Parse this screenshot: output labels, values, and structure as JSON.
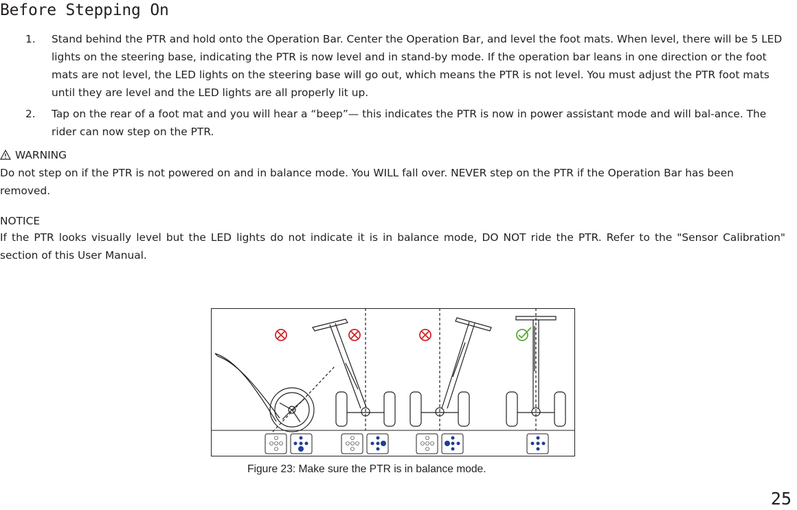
{
  "section_title": "Before Stepping On",
  "steps": [
    {
      "number": "1.",
      "text": "Stand behind the PTR and hold onto the Operation Bar. Center the Operation Bar, and level the foot mats. When level, there will be 5 LED lights on the steering base, indicating the PTR is now level and in stand-by mode. If the operation bar leans in one direction or the foot mats are not level, the LED lights on the steering base will go out, which means the PTR is not level. You must adjust the PTR foot mats until they are level and the LED lights are all properly lit up."
    },
    {
      "number": "2.",
      "text": "Tap on the rear of a foot mat and you will hear a “beep”— this indicates the PTR is now in power assistant mode and will bal-ance. The rider can now step on the PTR."
    }
  ],
  "warning": {
    "icon": "warning-triangle-icon",
    "heading": "WARNING",
    "text": "Do not step on if the PTR is not powered on and in balance mode. You WILL fall over. NEVER step on the PTR if the Operation Bar has been removed."
  },
  "notice": {
    "heading": "NOTICE",
    "text": "If the PTR looks visually level but the LED lights do not indicate it is in balance mode, DO NOT ride the PTR. Refer to the \"Sensor Calibration\" section of this User Manual."
  },
  "figure": {
    "caption": "Figure 23:  Make sure the PTR is in balance mode.",
    "panels": [
      {
        "status": "incorrect",
        "status_icon": "red-x-circle-icon"
      },
      {
        "status": "incorrect",
        "status_icon": "red-x-circle-icon"
      },
      {
        "status": "incorrect",
        "status_icon": "red-x-circle-icon"
      },
      {
        "status": "correct",
        "status_icon": "green-check-circle-icon"
      }
    ],
    "colors": {
      "incorrect": "#d2232a",
      "correct": "#5aa83c",
      "led_on": "#1f3e93",
      "line": "#231f20"
    }
  },
  "page_number": "25"
}
